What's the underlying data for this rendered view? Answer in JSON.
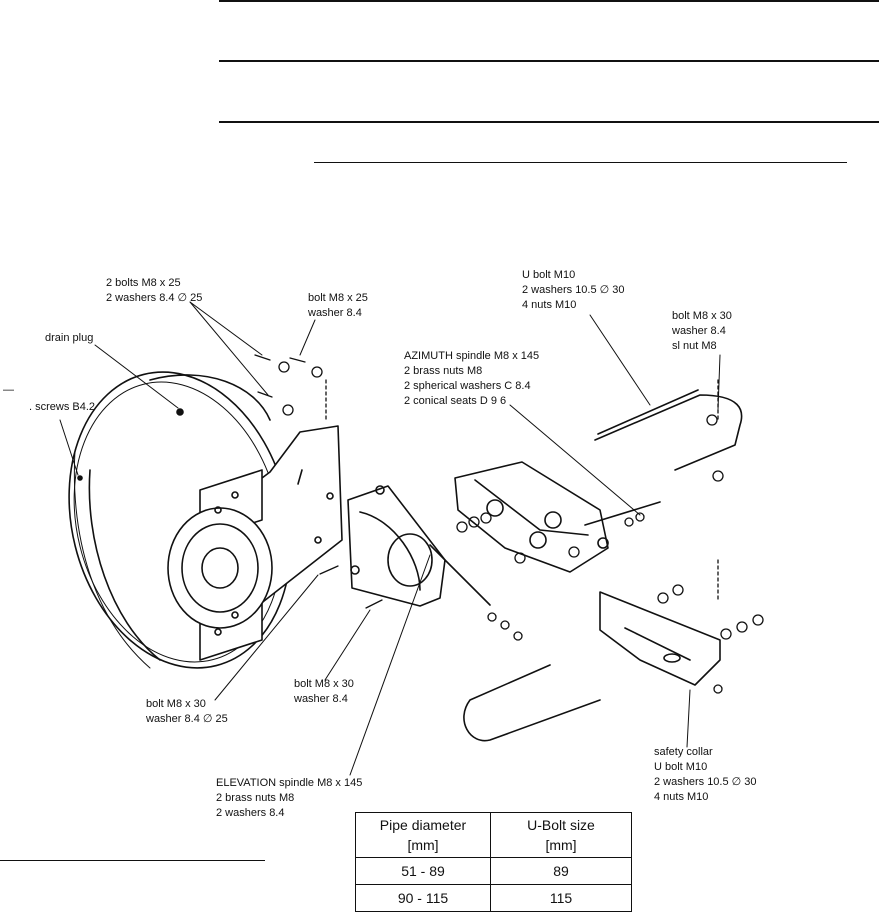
{
  "labels": {
    "bolts_top": [
      "2 bolts M8 x 25",
      "2 washers 8.4 ∅ 25"
    ],
    "bolt_m8_25": [
      "bolt M8 x 25",
      "washer 8.4"
    ],
    "drain_plug": [
      "drain plug"
    ],
    "screws": [
      ". screws B4.2"
    ],
    "dash": [
      "—"
    ],
    "u_bolt_top": [
      "U bolt M10",
      "2 washers 10.5 ∅ 30",
      "4 nuts M10"
    ],
    "bolt_m8_30_top": [
      "bolt M8 x 30",
      "washer 8.4",
      "sl nut M8"
    ],
    "azimuth": [
      "AZIMUTH spindle M8 x 145",
      "2 brass nuts M8",
      "2 spherical washers C 8.4",
      "2 conical seats D 9 6"
    ],
    "bolt_m8_30_left": [
      "bolt M8 x 30",
      "washer 8.4 ∅ 25"
    ],
    "bolt_m8_30_mid": [
      "bolt M8 x 30",
      "washer 8.4"
    ],
    "safety_collar": [
      "safety collar",
      "U bolt M10",
      "2 washers 10.5 ∅ 30",
      "4 nuts M10"
    ],
    "elevation": [
      "ELEVATION spindle M8 x 145",
      "2 brass nuts M8",
      "2 washers 8.4"
    ]
  },
  "table": {
    "headers": [
      [
        "Pipe diameter",
        "[mm]"
      ],
      [
        "U-Bolt size",
        "[mm]"
      ]
    ],
    "rows": [
      [
        "51 - 89",
        "89"
      ],
      [
        "90 - 115",
        "115"
      ]
    ]
  }
}
